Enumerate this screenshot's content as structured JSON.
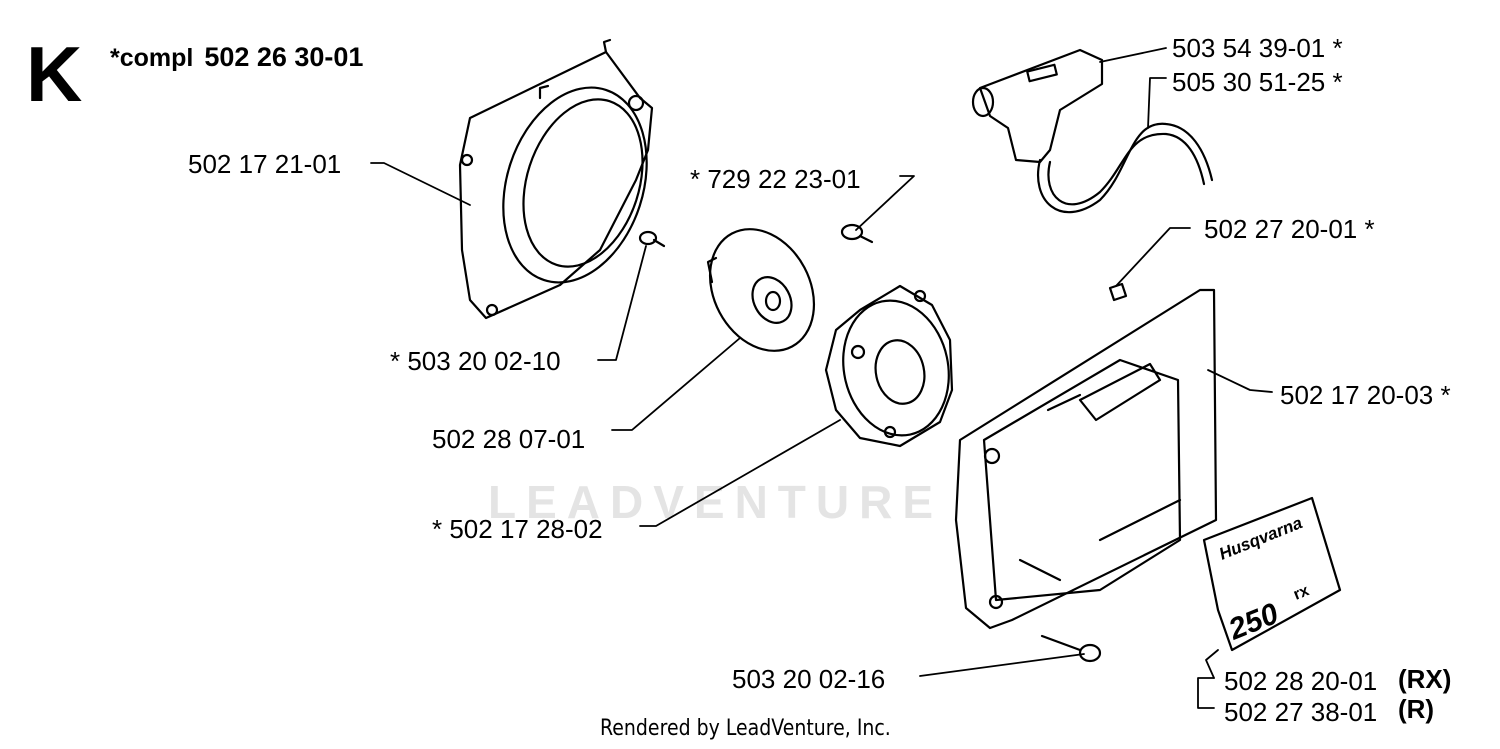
{
  "section_letter": "K",
  "assembly": {
    "prefix": "*compl",
    "code": "502 26 30-01"
  },
  "watermark": "LEADVENTURE",
  "decal": {
    "brand": "Husqvarna",
    "model": "250",
    "model_suffix": "rx"
  },
  "parts": [
    {
      "id": "fan-cover",
      "label": "502 17 21-01"
    },
    {
      "id": "screw-small",
      "label": "* 503 20 02-10"
    },
    {
      "id": "pulley",
      "label": "502 28 07-01"
    },
    {
      "id": "starter-pawl-housing",
      "label": "* 502 17 28-02"
    },
    {
      "id": "screw-top",
      "label": "* 729 22 23-01"
    },
    {
      "id": "handle",
      "label": "503 54 39-01 *"
    },
    {
      "id": "cord",
      "label": "505 30 51-25 *"
    },
    {
      "id": "nut",
      "label": "502 27 20-01 *"
    },
    {
      "id": "starter-cover",
      "label": "502 17 20-03 *"
    },
    {
      "id": "screw-bottom",
      "label": "503 20 02-16"
    },
    {
      "id": "decal-rx",
      "label": "502 28 20-01",
      "variant": "(RX)"
    },
    {
      "id": "decal-r",
      "label": "502 27 38-01",
      "variant": "(R)"
    }
  ],
  "footer": "Rendered by LeadVenture, Inc."
}
